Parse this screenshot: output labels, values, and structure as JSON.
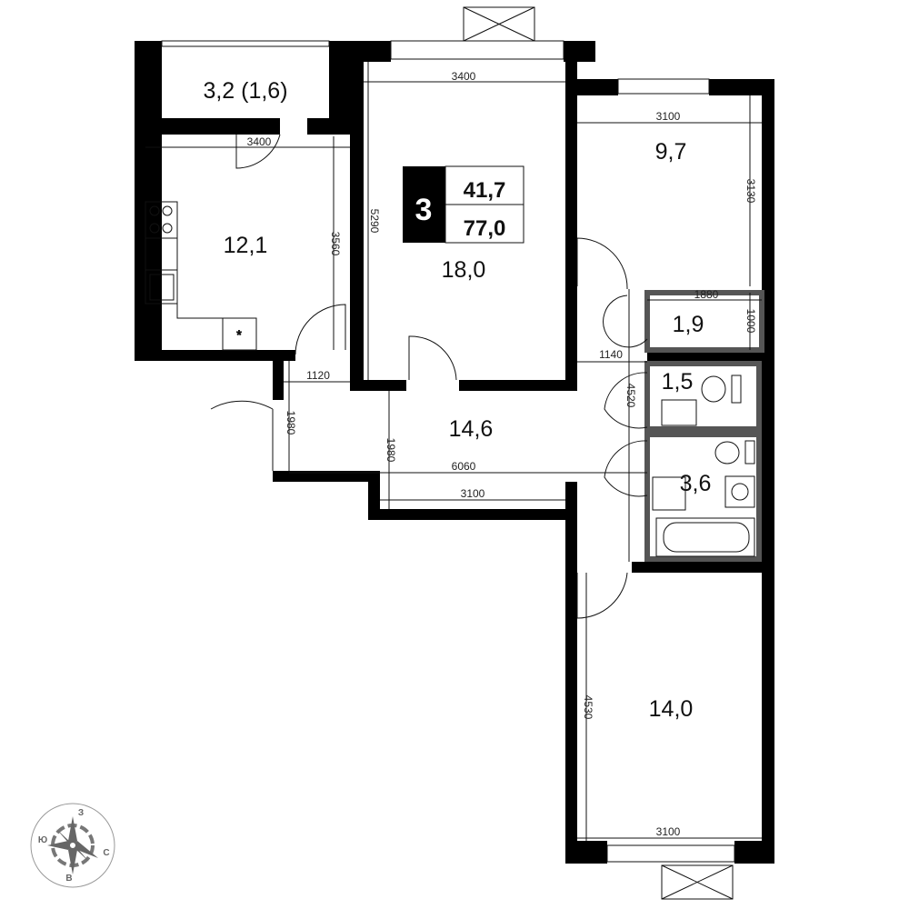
{
  "badge": {
    "rooms": "3",
    "living_area": "41,7",
    "total_area": "77,0"
  },
  "rooms": {
    "balcony": "3,2 (1,6)",
    "kitchen": "12,1",
    "living": "18,0",
    "bedroom_small": "9,7",
    "closet": "1,9",
    "wc": "1,5",
    "hall": "14,6",
    "bathroom": "3,6",
    "bedroom_large": "14,0"
  },
  "dimensions": {
    "kitchen_width": "3400",
    "kitchen_depth": "3560",
    "living_width": "3400",
    "living_depth": "5290",
    "bedroom_small_width": "3100",
    "bedroom_small_depth": "3130",
    "closet_width": "1880",
    "closet_depth": "1000",
    "corridor_1140": "1140",
    "corridor_4520": "4520",
    "entry_width": "1120",
    "entry_depth": "1980",
    "hall_depth": "1980",
    "hall_length": "6060",
    "hall_width": "3100",
    "bedroom_large_depth": "4530",
    "bedroom_large_width": "3100"
  },
  "compass": {
    "north": "З",
    "west": "Ю",
    "east": "С",
    "south": "В"
  }
}
